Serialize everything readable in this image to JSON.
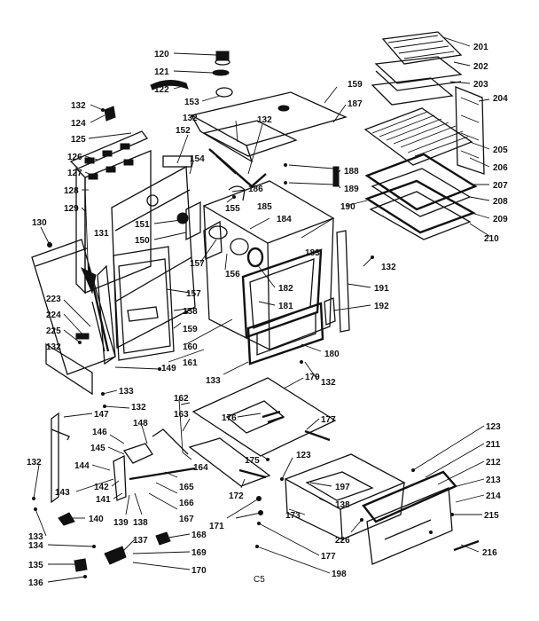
{
  "footer_code": "C5",
  "labels": [
    {
      "id": "p120",
      "text": "120"
    },
    {
      "id": "p121",
      "text": "121"
    },
    {
      "id": "p122",
      "text": "122"
    },
    {
      "id": "p132a",
      "text": "132"
    },
    {
      "id": "p124",
      "text": "124"
    },
    {
      "id": "p125",
      "text": "125"
    },
    {
      "id": "p126",
      "text": "126"
    },
    {
      "id": "p127",
      "text": "127"
    },
    {
      "id": "p128",
      "text": "128"
    },
    {
      "id": "p129",
      "text": "129"
    },
    {
      "id": "p130",
      "text": "130"
    },
    {
      "id": "p131",
      "text": "131"
    },
    {
      "id": "p223",
      "text": "223"
    },
    {
      "id": "p224",
      "text": "224"
    },
    {
      "id": "p225",
      "text": "225"
    },
    {
      "id": "p132b",
      "text": "132"
    },
    {
      "id": "p149",
      "text": "149"
    },
    {
      "id": "p133a",
      "text": "133"
    },
    {
      "id": "p132c",
      "text": "132"
    },
    {
      "id": "p147",
      "text": "147"
    },
    {
      "id": "p146",
      "text": "146"
    },
    {
      "id": "p148",
      "text": "148"
    },
    {
      "id": "p145",
      "text": "145"
    },
    {
      "id": "p144",
      "text": "144"
    },
    {
      "id": "p132d",
      "text": "132"
    },
    {
      "id": "p143",
      "text": "143"
    },
    {
      "id": "p142",
      "text": "142"
    },
    {
      "id": "p141",
      "text": "141"
    },
    {
      "id": "p140",
      "text": "140"
    },
    {
      "id": "p139",
      "text": "139"
    },
    {
      "id": "p138",
      "text": "138"
    },
    {
      "id": "p133b",
      "text": "133"
    },
    {
      "id": "p134",
      "text": "134"
    },
    {
      "id": "p137",
      "text": "137"
    },
    {
      "id": "p135",
      "text": "135"
    },
    {
      "id": "p136",
      "text": "136"
    },
    {
      "id": "p153",
      "text": "153"
    },
    {
      "id": "p132e",
      "text": "132"
    },
    {
      "id": "p132f",
      "text": "132"
    },
    {
      "id": "p152",
      "text": "152"
    },
    {
      "id": "p154",
      "text": "154"
    },
    {
      "id": "p155",
      "text": "155"
    },
    {
      "id": "p186",
      "text": "186"
    },
    {
      "id": "p151",
      "text": "151"
    },
    {
      "id": "p150",
      "text": "150"
    },
    {
      "id": "p157a",
      "text": "157"
    },
    {
      "id": "p156",
      "text": "156"
    },
    {
      "id": "p157b",
      "text": "157"
    },
    {
      "id": "p158",
      "text": "158"
    },
    {
      "id": "p159",
      "text": "159"
    },
    {
      "id": "p160",
      "text": "160"
    },
    {
      "id": "p161",
      "text": "161"
    },
    {
      "id": "p159b",
      "text": "159"
    },
    {
      "id": "p187",
      "text": "187"
    },
    {
      "id": "p188",
      "text": "188"
    },
    {
      "id": "p189",
      "text": "189"
    },
    {
      "id": "p185",
      "text": "185"
    },
    {
      "id": "p184",
      "text": "184"
    },
    {
      "id": "p183",
      "text": "183"
    },
    {
      "id": "p182",
      "text": "182"
    },
    {
      "id": "p181",
      "text": "181"
    },
    {
      "id": "p180",
      "text": "180"
    },
    {
      "id": "p133c",
      "text": "133"
    },
    {
      "id": "p132g",
      "text": "132"
    },
    {
      "id": "p132h",
      "text": "132"
    },
    {
      "id": "p191",
      "text": "191"
    },
    {
      "id": "p192",
      "text": "192"
    },
    {
      "id": "p190",
      "text": "190"
    },
    {
      "id": "p201",
      "text": "201"
    },
    {
      "id": "p202",
      "text": "202"
    },
    {
      "id": "p203",
      "text": "203"
    },
    {
      "id": "p204",
      "text": "204"
    },
    {
      "id": "p205",
      "text": "205"
    },
    {
      "id": "p206",
      "text": "206"
    },
    {
      "id": "p207",
      "text": "207"
    },
    {
      "id": "p208",
      "text": "208"
    },
    {
      "id": "p209",
      "text": "209"
    },
    {
      "id": "p210",
      "text": "210"
    },
    {
      "id": "p179",
      "text": "179"
    },
    {
      "id": "p176",
      "text": "176"
    },
    {
      "id": "p177a",
      "text": "177"
    },
    {
      "id": "p162",
      "text": "162"
    },
    {
      "id": "p163",
      "text": "163"
    },
    {
      "id": "p164",
      "text": "164"
    },
    {
      "id": "p165",
      "text": "165"
    },
    {
      "id": "p166",
      "text": "166"
    },
    {
      "id": "p167",
      "text": "167"
    },
    {
      "id": "p168",
      "text": "168"
    },
    {
      "id": "p169",
      "text": "169"
    },
    {
      "id": "p170",
      "text": "170"
    },
    {
      "id": "p175",
      "text": "175"
    },
    {
      "id": "p123a",
      "text": "123"
    },
    {
      "id": "p172",
      "text": "172"
    },
    {
      "id": "p171",
      "text": "171"
    },
    {
      "id": "p197",
      "text": "197"
    },
    {
      "id": "p138b",
      "text": "138"
    },
    {
      "id": "p173",
      "text": "173"
    },
    {
      "id": "p226",
      "text": "226"
    },
    {
      "id": "p177b",
      "text": "177"
    },
    {
      "id": "p198",
      "text": "198"
    },
    {
      "id": "p123b",
      "text": "123"
    },
    {
      "id": "p211",
      "text": "211"
    },
    {
      "id": "p212",
      "text": "212"
    },
    {
      "id": "p213",
      "text": "213"
    },
    {
      "id": "p214",
      "text": "214"
    },
    {
      "id": "p215",
      "text": "215"
    },
    {
      "id": "p216",
      "text": "216"
    }
  ]
}
